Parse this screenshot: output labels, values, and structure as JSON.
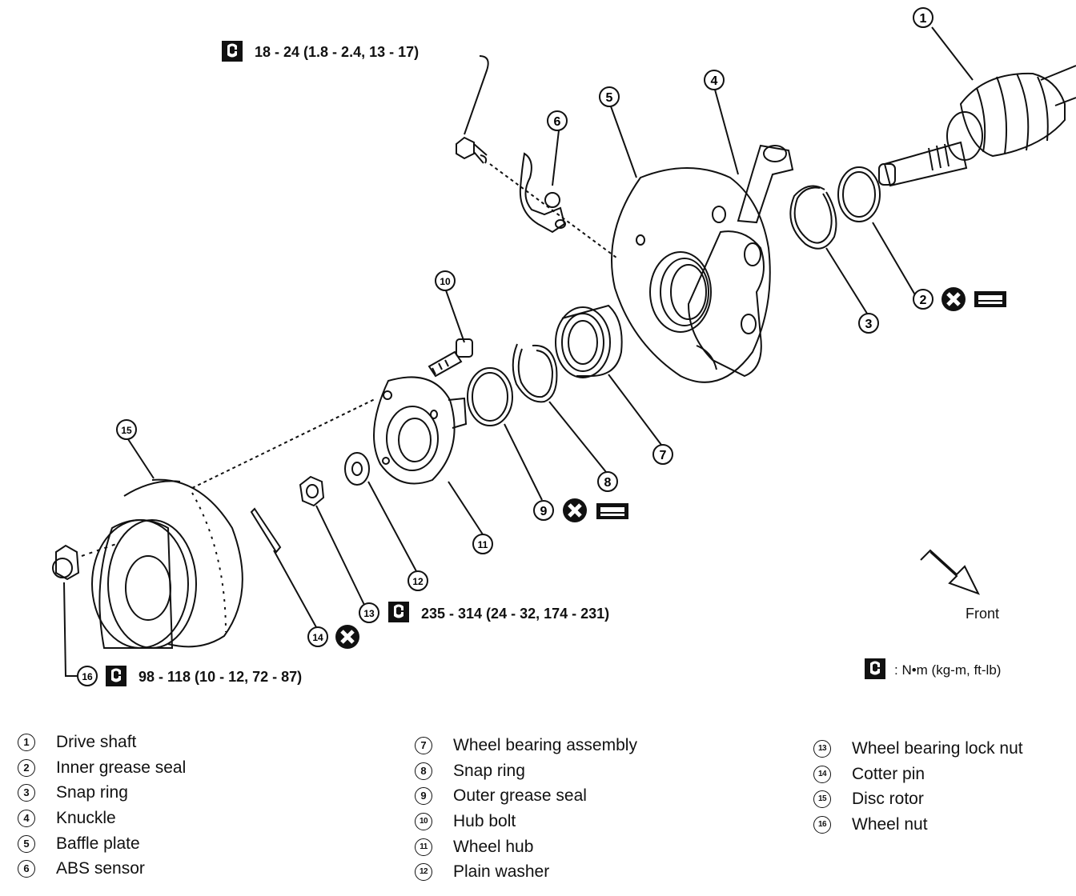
{
  "torques": {
    "abs_sensor_bolt": "18 - 24 (1.8 - 2.4, 13 - 17)",
    "lock_nut": "235 - 314 (24 - 32, 174 - 231)",
    "wheel_nut": "98 - 118 (10 - 12, 72 - 87)"
  },
  "legend_units": ": N•m (kg-m, ft-lb)",
  "front_label": "Front",
  "callouts": [
    "1",
    "2",
    "3",
    "4",
    "5",
    "6",
    "7",
    "8",
    "9",
    "10",
    "11",
    "12",
    "13",
    "14",
    "15",
    "16"
  ],
  "parts": [
    {
      "num": "1",
      "name": "Drive shaft"
    },
    {
      "num": "2",
      "name": "Inner grease seal"
    },
    {
      "num": "3",
      "name": "Snap ring"
    },
    {
      "num": "4",
      "name": "Knuckle"
    },
    {
      "num": "5",
      "name": "Baffle plate"
    },
    {
      "num": "6",
      "name": "ABS sensor"
    },
    {
      "num": "7",
      "name": "Wheel bearing assembly"
    },
    {
      "num": "8",
      "name": "Snap ring"
    },
    {
      "num": "9",
      "name": "Outer grease seal"
    },
    {
      "num": "10",
      "name": "Hub bolt"
    },
    {
      "num": "11",
      "name": "Wheel hub"
    },
    {
      "num": "12",
      "name": "Plain washer"
    },
    {
      "num": "13",
      "name": "Wheel bearing lock nut"
    },
    {
      "num": "14",
      "name": "Cotter pin"
    },
    {
      "num": "15",
      "name": "Disc rotor"
    },
    {
      "num": "16",
      "name": "Wheel nut"
    }
  ],
  "icons": {
    "torque": "torque-wrench-icon",
    "replace": "do-not-reuse-x-icon",
    "grease": "apply-grease-icon",
    "direction": "front-arrow-icon"
  }
}
